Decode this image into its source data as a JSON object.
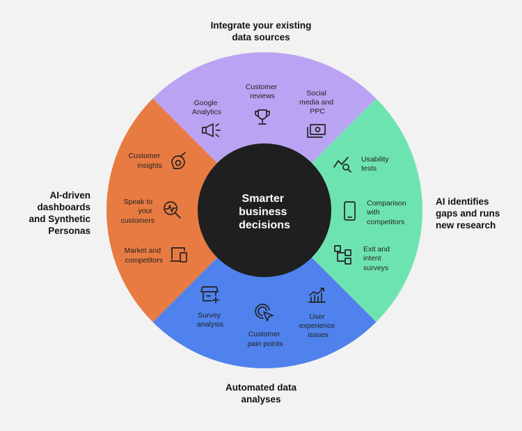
{
  "center": {
    "lines": [
      "Smarter",
      "business",
      "decisions"
    ]
  },
  "outer_labels": {
    "top": "Integrate your existing\ndata sources",
    "right": "AI identifies\ngaps and runs\nnew research",
    "bottom": "Automated data\nanalyses",
    "left": "AI-driven\ndashboards\nand Synthetic\nPersonas"
  },
  "colors": {
    "background": "#f2f2f2",
    "top_segment": "#baa3f2",
    "right_segment": "#6ee3b2",
    "bottom_segment": "#4f82ec",
    "left_segment": "#e87b42",
    "center": "#1f1f1f"
  },
  "segments": {
    "top": [
      {
        "label_lines": [
          "Google",
          "Analytics"
        ],
        "icon": "megaphone-icon"
      },
      {
        "label_lines": [
          "Customer",
          "reviews"
        ],
        "icon": "trophy-icon"
      },
      {
        "label_lines": [
          "Social",
          "media and",
          "PPC"
        ],
        "icon": "money-icon"
      }
    ],
    "right": [
      {
        "label_lines": [
          "Usability",
          "tests"
        ],
        "icon": "trend-search-icon"
      },
      {
        "label_lines": [
          "Comparison",
          "with",
          "competitors"
        ],
        "icon": "mobile-icon"
      },
      {
        "label_lines": [
          "Exit and",
          "intent",
          "surveys"
        ],
        "icon": "flowchart-icon"
      }
    ],
    "bottom": [
      {
        "label_lines": [
          "Survey",
          "analysis"
        ],
        "icon": "store-add-icon"
      },
      {
        "label_lines": [
          "Customer",
          "pain points"
        ],
        "icon": "target-cursor-icon"
      },
      {
        "label_lines": [
          "User",
          "experience",
          "issues"
        ],
        "icon": "bar-chart-icon"
      }
    ],
    "left": [
      {
        "label_lines": [
          "Customer",
          "insights"
        ],
        "icon": "target-arrow-icon"
      },
      {
        "label_lines": [
          "Speak to",
          "your",
          "customers"
        ],
        "icon": "pulse-search-icon"
      },
      {
        "label_lines": [
          "Market and",
          "competitors"
        ],
        "icon": "devices-icon"
      }
    ]
  }
}
